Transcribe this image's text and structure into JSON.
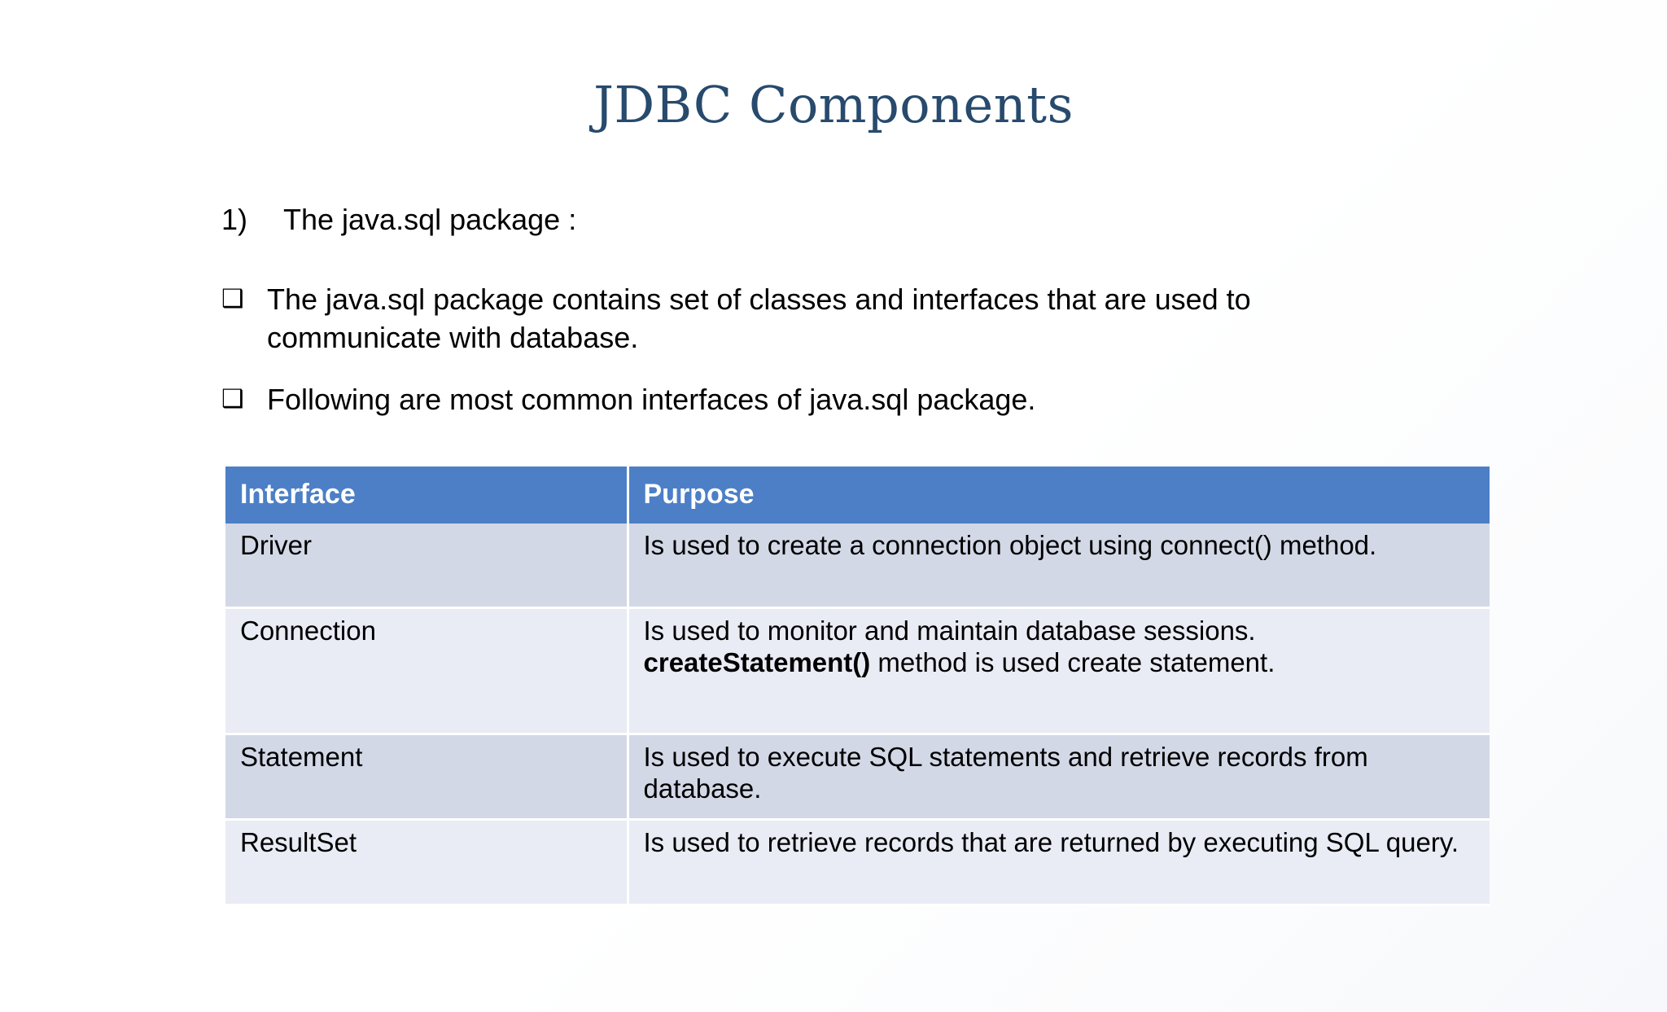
{
  "slide": {
    "title": "JDBC Components",
    "title_color": "#274A6D",
    "background_color": "#FFFFFF"
  },
  "body": {
    "numbered": {
      "number": "1)",
      "text": "The java.sql package :"
    },
    "bullets": [
      {
        "marker": "❑",
        "marker_name": "hollow-square-bullet",
        "text": "The java.sql package contains set of classes and interfaces that are used to communicate with database."
      },
      {
        "marker": "❑",
        "marker_name": "hollow-square-bullet",
        "text": "Following are most common interfaces of java.sql  package."
      }
    ]
  },
  "table": {
    "header_background": "#4C7FC6",
    "header_text_color": "#FFFFFF",
    "row_shade_dark": "#D2D8E6",
    "row_shade_light": "#E9ECF5",
    "columns": [
      "Interface",
      "Purpose"
    ],
    "rows": [
      {
        "interface": "Driver",
        "purpose_pre": "Is used to create a connection object using connect() method.",
        "purpose_bold": "",
        "purpose_post": ""
      },
      {
        "interface": "Connection",
        "purpose_pre": "Is used to monitor and maintain database sessions. ",
        "purpose_bold": "createStatement()",
        "purpose_post": " method is used create statement."
      },
      {
        "interface": "Statement",
        "purpose_pre": "Is used to execute SQL statements and retrieve records from database.",
        "purpose_bold": "",
        "purpose_post": ""
      },
      {
        "interface": "ResultSet",
        "purpose_pre": "Is used to retrieve records that are returned by executing SQL query.",
        "purpose_bold": "",
        "purpose_post": ""
      }
    ]
  }
}
